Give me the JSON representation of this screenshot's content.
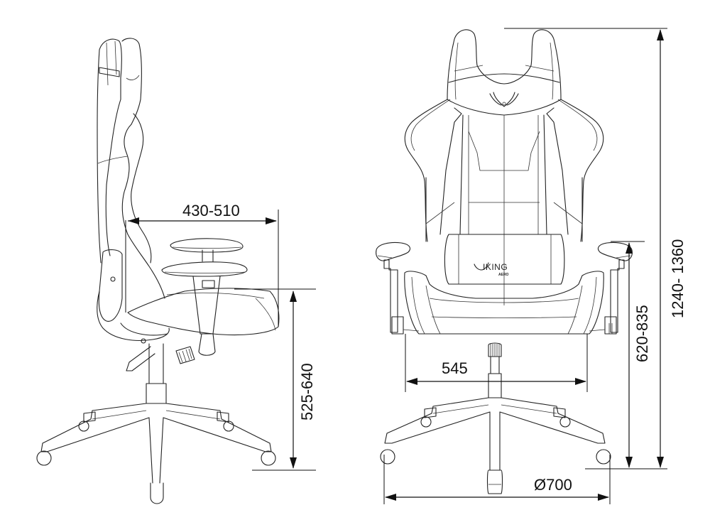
{
  "diagram": {
    "type": "technical-dimension-drawing",
    "subject": "gaming chair",
    "views": [
      "side",
      "front"
    ],
    "line_color": "#222222",
    "background": "#ffffff"
  },
  "logo": {
    "brand": "VIKING",
    "brand_rendered": "IKING",
    "sub": "AERO"
  },
  "dimensions": {
    "seat_depth": {
      "label": "430-510",
      "view": "side",
      "orientation": "horizontal"
    },
    "seat_height": {
      "label": "525-640",
      "view": "side",
      "orientation": "vertical"
    },
    "seat_width": {
      "label": "545",
      "view": "front",
      "orientation": "horizontal"
    },
    "armrest_height": {
      "label": "620-835",
      "view": "front",
      "orientation": "vertical"
    },
    "total_height": {
      "label": "1240- 1360",
      "view": "front",
      "orientation": "vertical"
    },
    "base_diameter": {
      "label": "Ø700",
      "view": "front",
      "orientation": "horizontal"
    }
  }
}
